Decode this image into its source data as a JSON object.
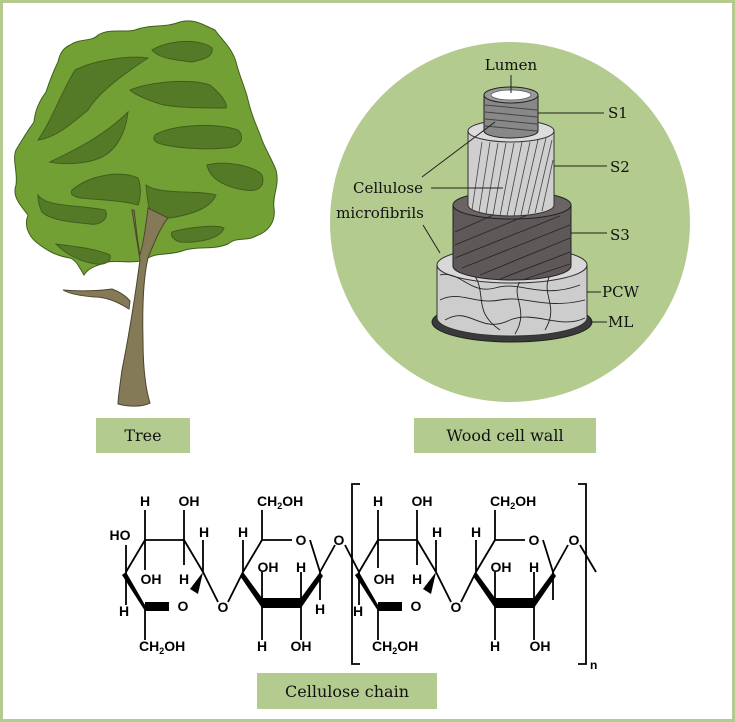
{
  "panels": {
    "tree": {
      "label": "Tree"
    },
    "wood_cell_wall": {
      "label": "Wood cell wall",
      "annotations": {
        "lumen": "Lumen",
        "s1": "S1",
        "s2": "S2",
        "s3": "S3",
        "pcw": "PCW",
        "ml": "ML",
        "microfibrils_line1": "Cellulose",
        "microfibrils_line2": "microfibrils"
      }
    },
    "cellulose_chain": {
      "label": "Cellulose chain",
      "repeat_subscript": "n",
      "atoms": {
        "H": "H",
        "OH": "OH",
        "HO": "HO",
        "O": "O",
        "CH2OH_main": "CH",
        "CH2OH_sub": "2",
        "CH2OH_tail": "OH"
      }
    }
  },
  "colors": {
    "frame": "#b3cb8f",
    "label_bg": "#b3cb8f",
    "foliage": "#73a035",
    "foliage_dark": "#557a27",
    "trunk": "#847a57",
    "circle_bg": "#b3cb8f",
    "s1": "#888888",
    "s2": "#cfcfcf",
    "s3": "#5f5858",
    "pcw": "#cdcdcd",
    "ml": "#3a3a3a"
  }
}
